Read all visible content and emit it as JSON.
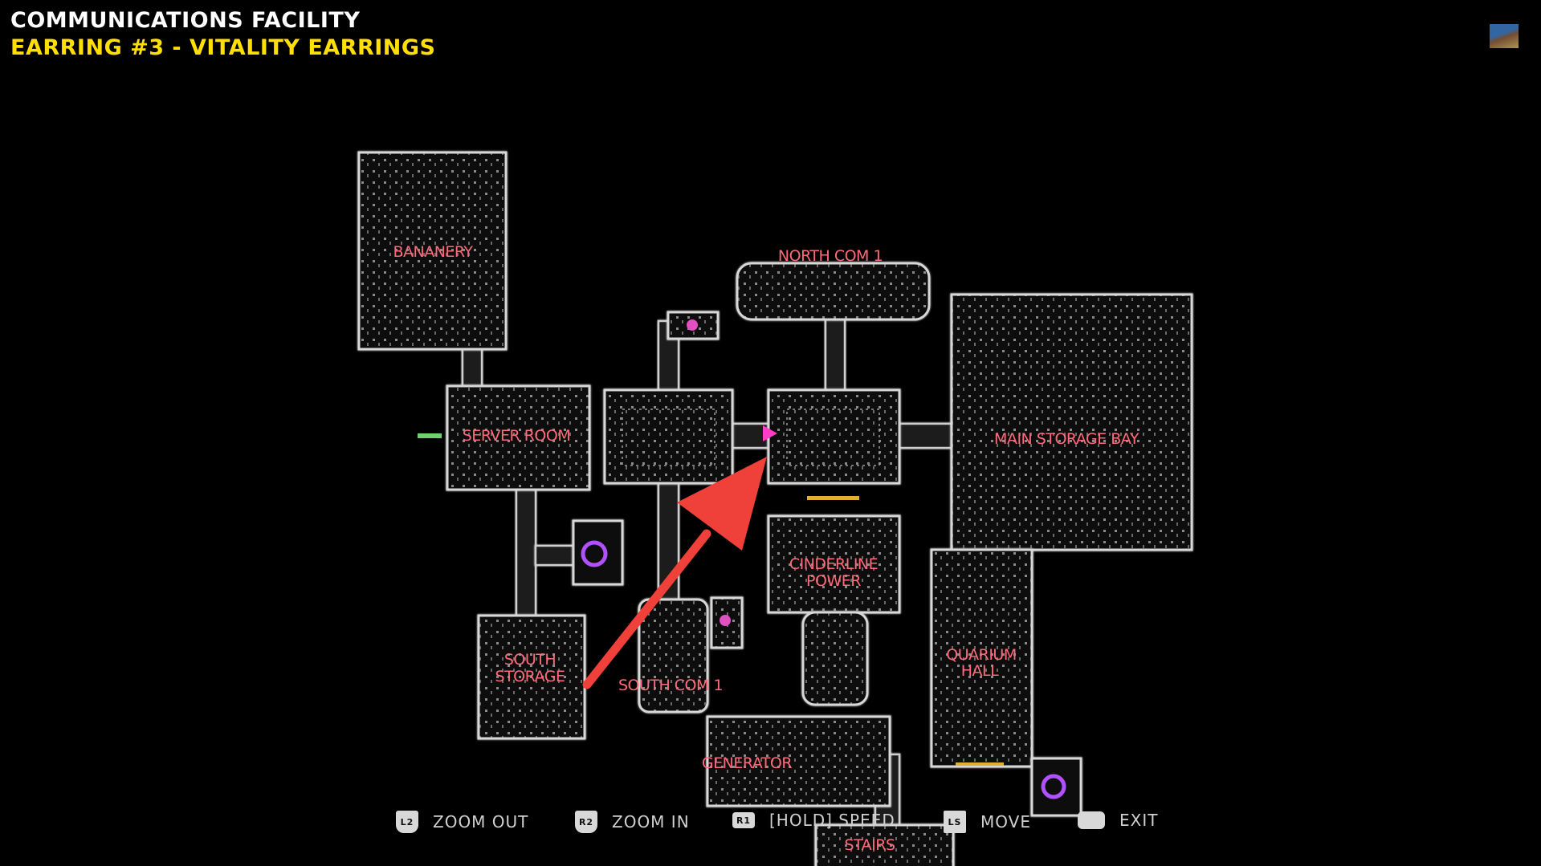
{
  "header": {
    "location": "COMMUNICATIONS FACILITY",
    "objective": "EARRING #3 - VITALITY EARRINGS"
  },
  "map": {
    "rooms": {
      "bananery": "BANANERY",
      "north_com": "NORTH COM 1",
      "server_room": "SERVER ROOM",
      "main_storage": "MAIN STORAGE BAY",
      "cinderline_1": "CINDERLINE",
      "cinderline_2": "POWER",
      "south_storage_1": "SOUTH",
      "south_storage_2": "STORAGE",
      "south_com": "SOUTH COM 1",
      "aquarium_1": "QUARIUM",
      "aquarium_2": "HALL",
      "generator": "GENERATOR",
      "stairs": "STAIRS"
    },
    "label_color": "#ff6a7a",
    "arrow_color": "#f0403a",
    "player_color": "#ff3cc8"
  },
  "controls": [
    {
      "button": "L2",
      "label": "ZOOM OUT"
    },
    {
      "button": "R2",
      "label": "ZOOM IN"
    },
    {
      "button": "R1",
      "label": "[HOLD] SPEED"
    },
    {
      "button": "LS",
      "label": "MOVE"
    },
    {
      "button": "",
      "label": "EXIT"
    }
  ]
}
